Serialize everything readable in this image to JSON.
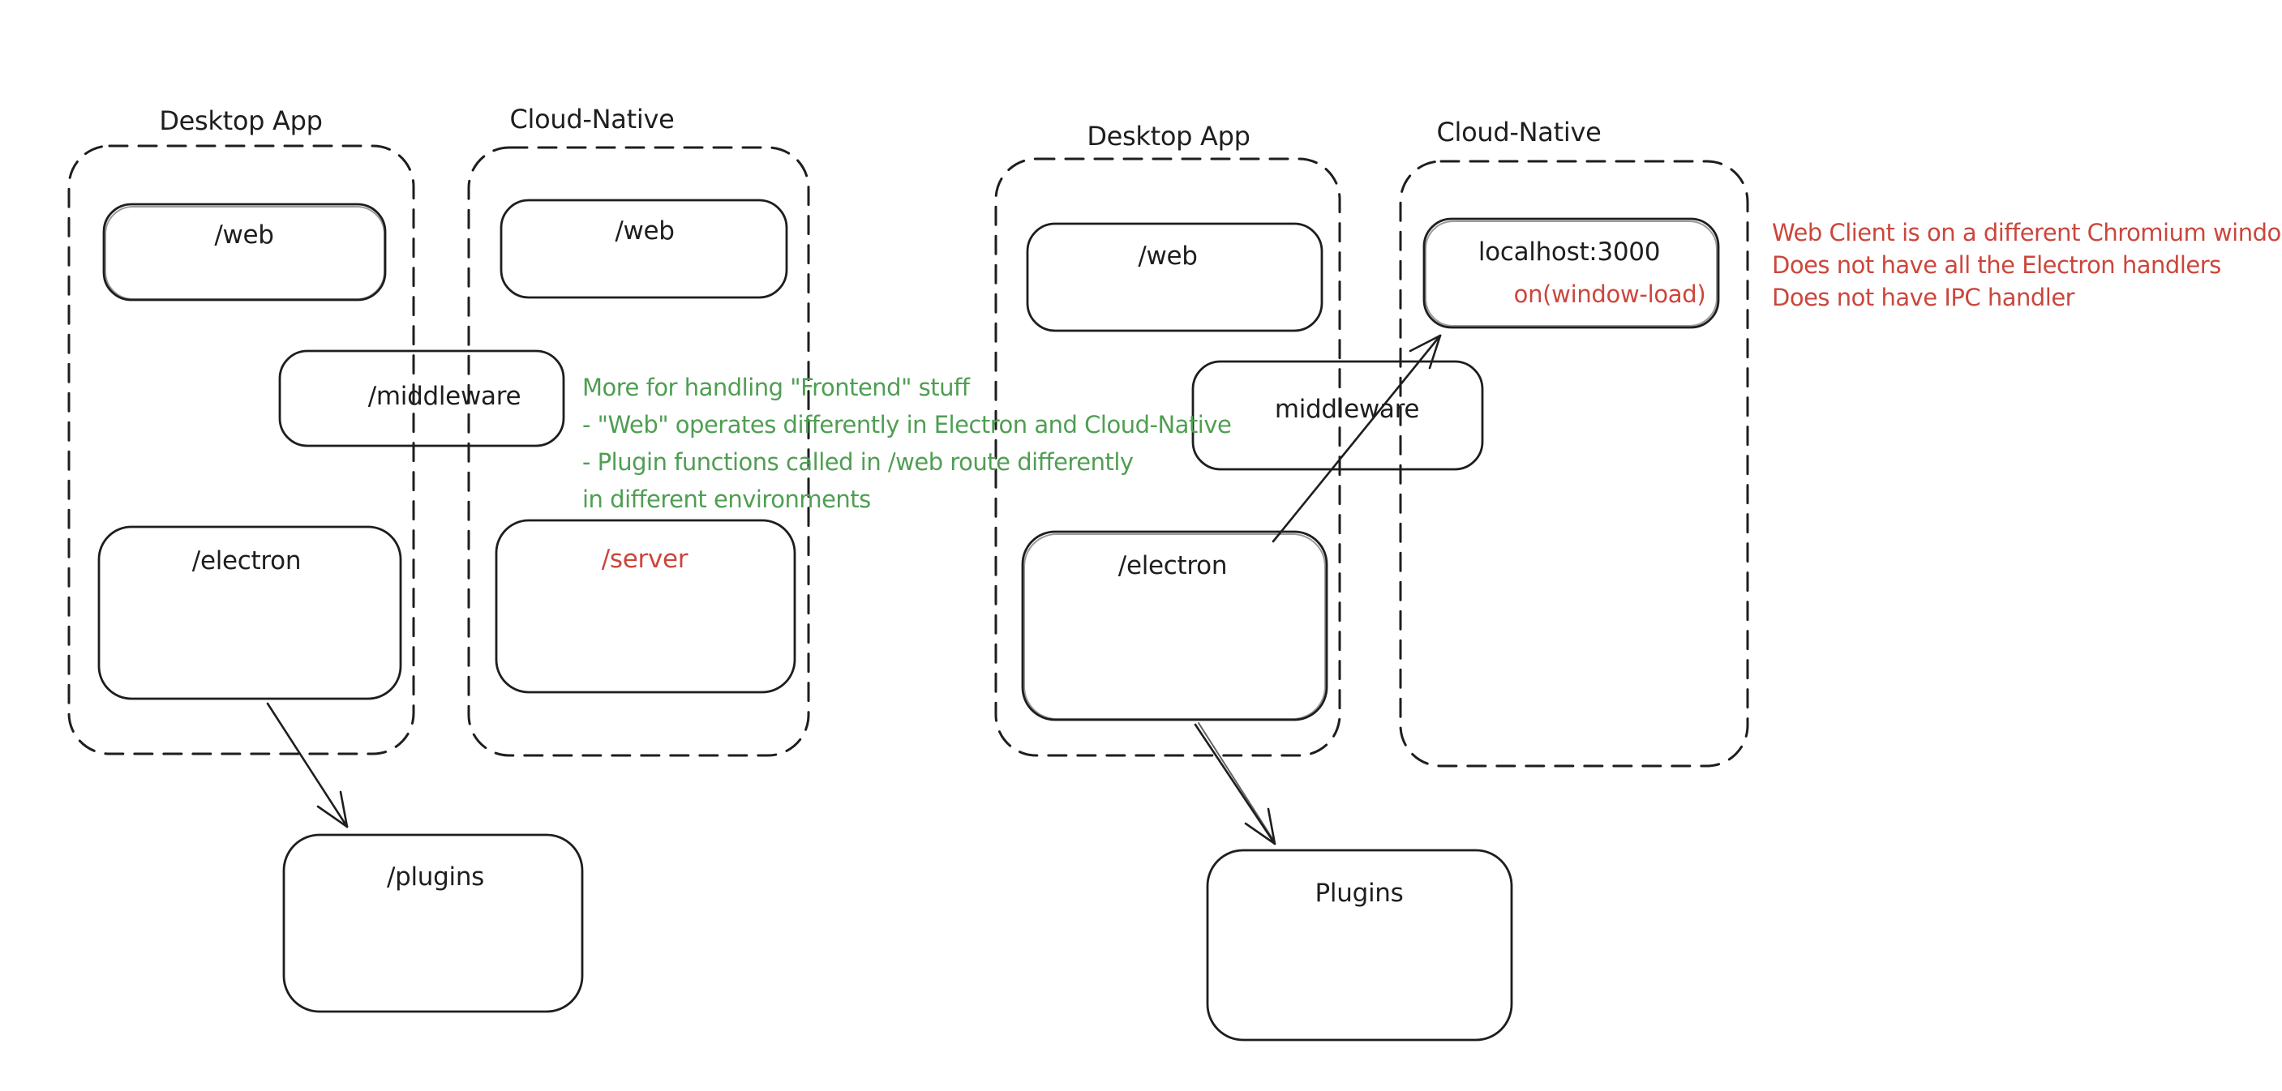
{
  "colors": {
    "stroke": "#1e1e1e",
    "green": "#4f9e52",
    "red": "#cb463c",
    "background": "#ffffff"
  },
  "left": {
    "desktop_title": "Desktop App",
    "cloud_title": "Cloud-Native",
    "web_desktop": "/web",
    "web_cloud": "/web",
    "middleware": "/middleware",
    "electron": "/electron",
    "server": "/server",
    "plugins": "/plugins",
    "green_note": [
      "More for handling \"Frontend\" stuff",
      "- \"Web\" operates differently in Electron and Cloud-Native",
      "- Plugin functions called in /web route differently",
      "in different environments"
    ]
  },
  "right": {
    "desktop_title": "Desktop App",
    "cloud_title": "Cloud-Native",
    "web_desktop": "/web",
    "localhost": "localhost:3000",
    "on_window_load": "on(window-load)",
    "middleware": "middleware",
    "electron": "/electron",
    "plugins": "Plugins",
    "red_note": [
      "Web Client is on a different Chromium window",
      "Does not have all the Electron handlers",
      "Does not have IPC handler"
    ]
  }
}
